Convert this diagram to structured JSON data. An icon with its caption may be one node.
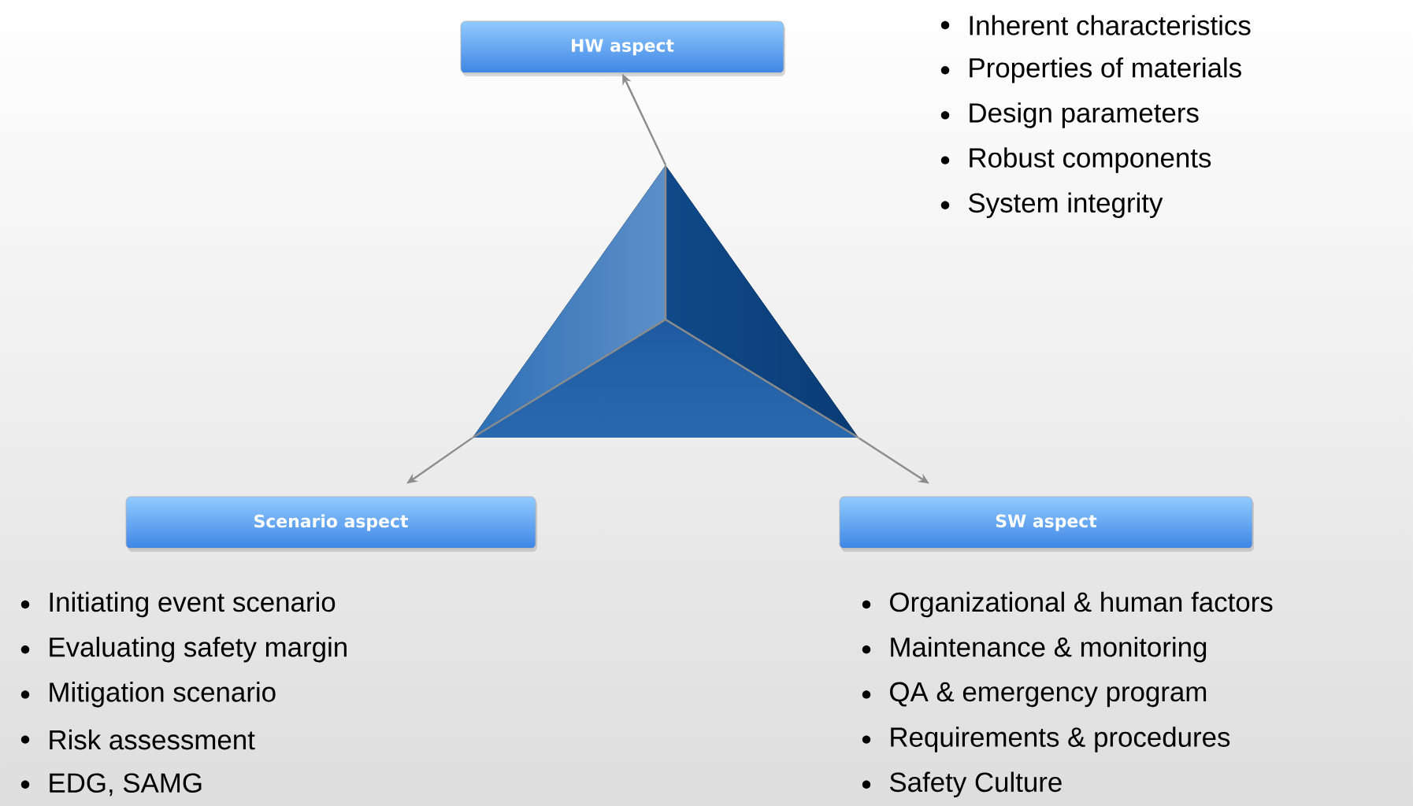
{
  "diagram": {
    "nodes": [
      {
        "text": [
          "HW aspect"
        ],
        "beside": [
          "Inherent characteristics",
          "Properties of materials",
          "Design parameters",
          "Robust components",
          "System integrity"
        ]
      },
      {
        "text": [
          "Scenario aspect"
        ],
        "beside": [
          "Initiating event scenario",
          "Evaluating safety margin",
          "Mitigation scenario",
          "Risk assessment",
          "EDG, SAMG"
        ]
      },
      {
        "text": [
          "SW aspect"
        ],
        "beside": [
          "Organizational & human factors",
          "Maintenance & monitoring",
          "QA & emergency program",
          "Requirements & procedures",
          "Safety Culture"
        ]
      },
      {
        "text": [],
        "shape": "picture"
      }
    ],
    "edges": [
      {
        "from": 3,
        "to": 0,
        "arrow": "to"
      },
      {
        "from": 3,
        "to": 1,
        "arrow": "to"
      },
      {
        "from": 3,
        "to": 2,
        "arrow": "to"
      }
    ]
  }
}
